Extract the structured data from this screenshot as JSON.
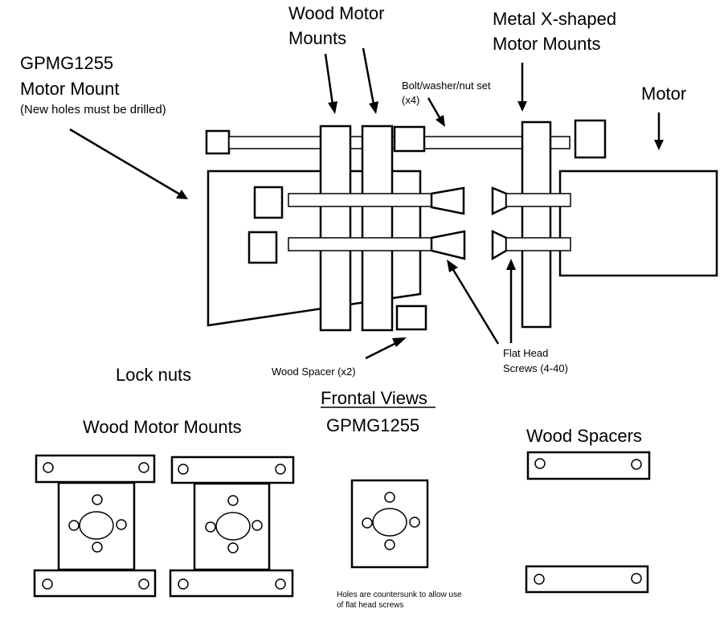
{
  "labels": {
    "wood_motor_mounts_top": [
      "Wood Motor",
      "Mounts"
    ],
    "metal_mounts": [
      "Metal X-shaped",
      "Motor Mounts"
    ],
    "gpmg_mount": [
      "GPMG1255",
      "Motor Mount"
    ],
    "gpmg_note": "(New holes must be drilled)",
    "bolt_set": [
      "Bolt/washer/nut set",
      "(x4)"
    ],
    "motor": "Motor",
    "wood_spacer": "Wood Spacer (x2)",
    "flat_head": [
      "Flat Head",
      "Screws (4-40)"
    ],
    "lock_nuts": "Lock nuts",
    "frontal_views": "Frontal Views",
    "gpmg_front": "GPMG1255",
    "wood_motor_mounts_bottom": "Wood Motor Mounts",
    "wood_spacers": "Wood Spacers",
    "countersunk_note": [
      "Holes are countersunk to allow use",
      "of flat head screws"
    ]
  }
}
